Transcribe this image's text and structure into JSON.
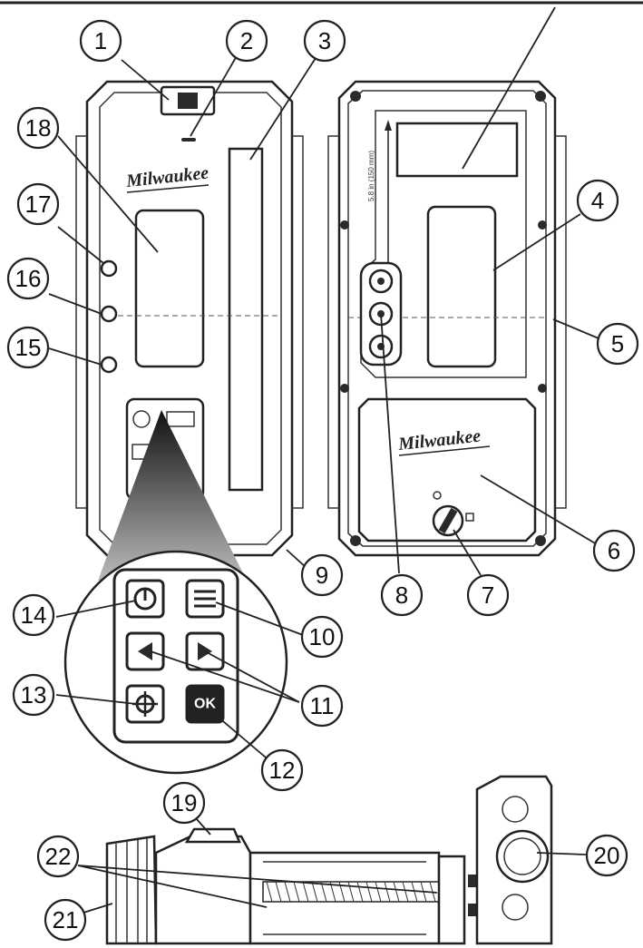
{
  "logo_text": "Milwaukee",
  "back_side_text": "5.8 in (150 mm)",
  "ok_button_label": "OK",
  "callouts": [
    "1",
    "2",
    "3",
    "4",
    "5",
    "6",
    "7",
    "8",
    "9",
    "10",
    "11",
    "12",
    "13",
    "14",
    "15",
    "16",
    "17",
    "18",
    "19",
    "20",
    "21",
    "22"
  ]
}
